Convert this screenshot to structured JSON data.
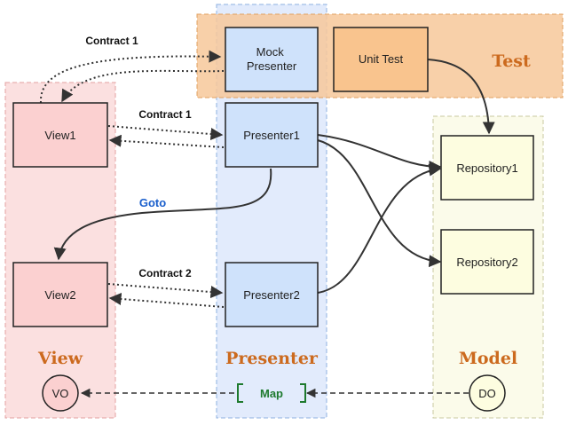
{
  "colors": {
    "view_lane": "#fbe0e0",
    "presenter_lane": "#dde8fb",
    "model_lane": "#fbfbea",
    "test_lane": "#f7c89a",
    "view_node": "#fbd0d0",
    "presenter_node": "#cfe2fb",
    "model_node": "#fdfde0",
    "test_node": "#f9c48e",
    "title_color": "#cc6a1e",
    "goto_color": "#1a5fcc",
    "map_color": "#1e7a2e"
  },
  "lanes": {
    "view": "View",
    "presenter": "Presenter",
    "model": "Model",
    "test": "Test"
  },
  "nodes": {
    "mock_presenter": [
      "Mock",
      "Presenter"
    ],
    "unit_test": "Unit Test",
    "view1": "View1",
    "presenter1": "Presenter1",
    "view2": "View2",
    "presenter2": "Presenter2",
    "repository1": "Repository1",
    "repository2": "Repository2",
    "vo": "VO",
    "do": "DO"
  },
  "edge_labels": {
    "contract1_top": "Contract 1",
    "contract1": "Contract 1",
    "contract2": "Contract 2",
    "goto": "Goto",
    "map": "Map"
  }
}
